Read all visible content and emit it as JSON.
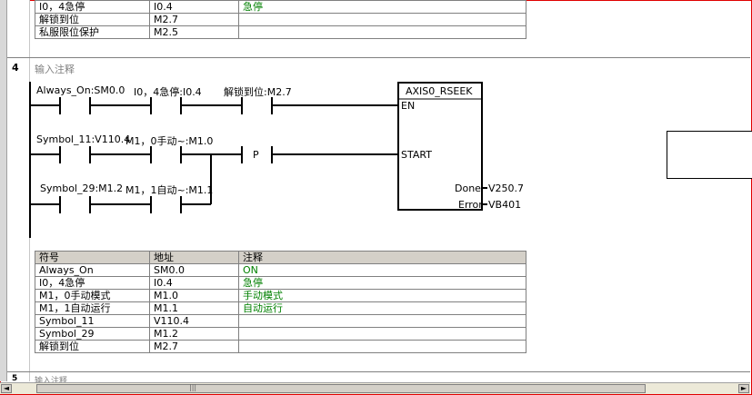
{
  "top_table": {
    "rows": [
      {
        "symbol": "I0，4急停",
        "address": "I0.4",
        "comment": "急停"
      },
      {
        "symbol": "解锁到位",
        "address": "M2.7",
        "comment": ""
      },
      {
        "symbol": "私服限位保护",
        "address": "M2.5",
        "comment": ""
      }
    ]
  },
  "network4": {
    "number": "4",
    "comment": "输入注释",
    "contacts": {
      "always_on": "Always_On:SM0.0",
      "estop": "I0，4急停:I0.4",
      "unlock": "解锁到位:M2.7",
      "symbol11": "Symbol_11:V110.4",
      "m10": "M1，0手动~:M1.0",
      "p_contact": "P",
      "symbol29": "Symbol_29:M1.2",
      "m11": "M1，1自动~:M1.1"
    },
    "block": {
      "title": "AXIS0_RSEEK",
      "pins": {
        "en": "EN",
        "start": "START",
        "done": "Done",
        "error": "Error"
      },
      "outputs": {
        "done": "V250.7",
        "error": "VB401"
      }
    },
    "table": {
      "headers": {
        "symbol": "符号",
        "address": "地址",
        "comment": "注释"
      },
      "rows": [
        {
          "symbol": "Always_On",
          "address": "SM0.0",
          "comment": "ON"
        },
        {
          "symbol": "I0，4急停",
          "address": "I0.4",
          "comment": "急停"
        },
        {
          "symbol": "M1，0手动模式",
          "address": "M1.0",
          "comment": "手动模式"
        },
        {
          "symbol": "M1，1自动运行",
          "address": "M1.1",
          "comment": "自动运行"
        },
        {
          "symbol": "Symbol_11",
          "address": "V110.4",
          "comment": ""
        },
        {
          "symbol": "Symbol_29",
          "address": "M1.2",
          "comment": ""
        },
        {
          "symbol": "解锁到位",
          "address": "M2.7",
          "comment": ""
        }
      ]
    }
  },
  "network5": {
    "number": "5",
    "comment": "输入注释"
  },
  "scrollbar": {
    "left_arrow": "◄",
    "right_arrow": "►",
    "grip": "|||"
  },
  "colors": {
    "comment_green": "#008000",
    "header_gray": "#d4d0c8",
    "frame_red": "#e00000"
  }
}
